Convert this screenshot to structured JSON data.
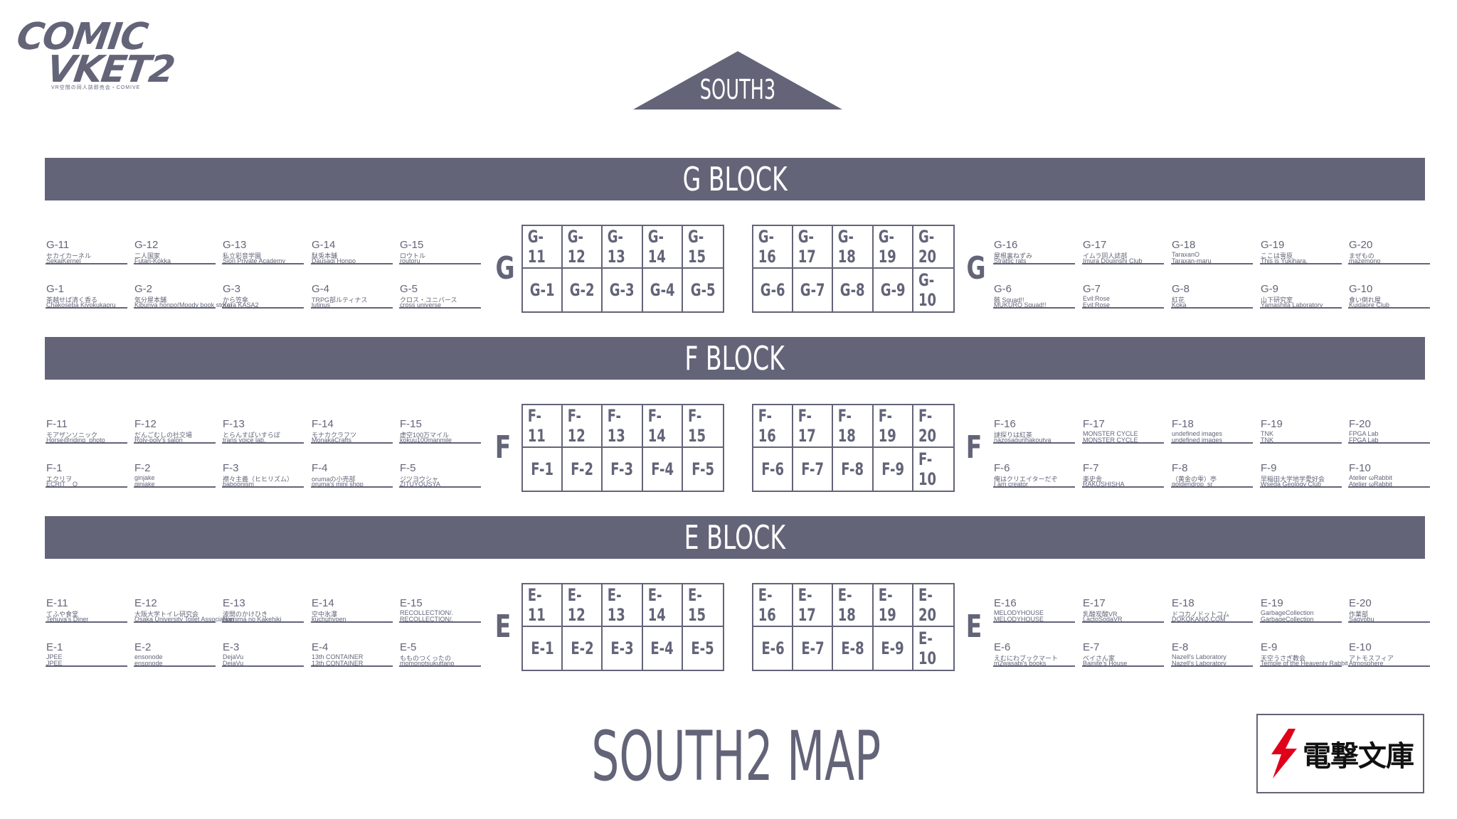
{
  "logo": {
    "line1": "COMIC",
    "line2": "VKET2",
    "tagline": "VR空間の同人誌即売会・COMIVE"
  },
  "entrance": {
    "label": "SOUTH3"
  },
  "title": "SOUTH2 MAP",
  "sponsor": {
    "label": "電撃文庫",
    "accent": "#e0001a"
  },
  "colors": {
    "primary": "#636478"
  },
  "blocks": [
    {
      "letter": "G",
      "label": "G BLOCK",
      "grid_left": [
        [
          "G-11",
          "G-12",
          "G-13",
          "G-14",
          "G-15"
        ],
        [
          "G-1",
          "G-2",
          "G-3",
          "G-4",
          "G-5"
        ]
      ],
      "grid_right": [
        [
          "G-16",
          "G-17",
          "G-18",
          "G-19",
          "G-20"
        ],
        [
          "G-6",
          "G-7",
          "G-8",
          "G-9",
          "G-10"
        ]
      ],
      "left_top": [
        {
          "code": "G-11",
          "jp": "セカイカーネル",
          "en": "SekaiKernel"
        },
        {
          "code": "G-12",
          "jp": "二人国家",
          "en": "Futari-Kokka"
        },
        {
          "code": "G-13",
          "jp": "私立彩音学園",
          "en": "Sion Private Academy"
        },
        {
          "code": "G-14",
          "jp": "駄兎本舗",
          "en": "Dausagi Honpo"
        },
        {
          "code": "G-15",
          "jp": "ロウトル",
          "en": "routoru"
        }
      ],
      "left_bottom": [
        {
          "code": "G-1",
          "jp": "茶越せば清く香る",
          "en": "Chakoseba Kiyokukaoru"
        },
        {
          "code": "G-2",
          "jp": "気分屋本舗",
          "en": "Kibunya honpo(Moody book store)"
        },
        {
          "code": "G-3",
          "jp": "から笠傘",
          "en": "Kara KASA2"
        },
        {
          "code": "G-4",
          "jp": "TRPG部ルティナス",
          "en": "lutinus"
        },
        {
          "code": "G-5",
          "jp": "クロス・ユニバース",
          "en": "cross universe"
        }
      ],
      "right_top": [
        {
          "code": "G-16",
          "jp": "屋根裏ねずみ",
          "en": "Strattic rats"
        },
        {
          "code": "G-17",
          "jp": "イムラ同人誌部",
          "en": "Imura Doujinshi Club"
        },
        {
          "code": "G-18",
          "jp": "TaraxanO",
          "en": "Taraxan-maru"
        },
        {
          "code": "G-19",
          "jp": "ここは雪原",
          "en": "This is Yukihara."
        },
        {
          "code": "G-20",
          "jp": "まぜもの",
          "en": "mazemono"
        }
      ],
      "right_bottom": [
        {
          "code": "G-6",
          "jp": "骸 Squad!!",
          "en": "MUKURO Squad!!"
        },
        {
          "code": "G-7",
          "jp": "Evil:Rose",
          "en": "Evil:Rose"
        },
        {
          "code": "G-8",
          "jp": "紅花",
          "en": "Koka"
        },
        {
          "code": "G-9",
          "jp": "山下研究室",
          "en": "Yamashita Laboratory"
        },
        {
          "code": "G-10",
          "jp": "食い倒れ屋",
          "en": "Kuidaore Club"
        }
      ]
    },
    {
      "letter": "F",
      "label": "F BLOCK",
      "grid_left": [
        [
          "F-11",
          "F-12",
          "F-13",
          "F-14",
          "F-15"
        ],
        [
          "F-1",
          "F-2",
          "F-3",
          "F-4",
          "F-5"
        ]
      ],
      "grid_right": [
        [
          "F-16",
          "F-17",
          "F-18",
          "F-19",
          "F-20"
        ],
        [
          "F-6",
          "F-7",
          "F-8",
          "F-9",
          "F-10"
        ]
      ],
      "left_top": [
        {
          "code": "F-11",
          "jp": "モアザンソニック",
          "en": "Horse@riding_photo"
        },
        {
          "code": "F-12",
          "jp": "だんごむしの社交場",
          "en": "Roly-poly's salon"
        },
        {
          "code": "F-13",
          "jp": "とらんすぽいすらぼ",
          "en": "trans voice lab."
        },
        {
          "code": "F-14",
          "jp": "モナカクラフツ",
          "en": "MonakaCrafts"
        },
        {
          "code": "F-15",
          "jp": "虚空100万マイル",
          "en": "kokuu100manmile"
        }
      ],
      "left_bottom": [
        {
          "code": "F-1",
          "jp": "エクリヲ",
          "en": "ECRIT__O"
        },
        {
          "code": "F-2",
          "jp": "ginjake",
          "en": "ginjake"
        },
        {
          "code": "F-3",
          "jp": "襟々主義（ヒヒリズム）",
          "en": "baboonism"
        },
        {
          "code": "F-4",
          "jp": "orumaの小売部",
          "en": "oruma's mini shop"
        },
        {
          "code": "F-5",
          "jp": "ジツヨウシャ",
          "en": "ZITUYOUSYA"
        }
      ],
      "right_top": [
        {
          "code": "F-16",
          "jp": "謎探りは紅茶",
          "en": "nazosagurihakoutya"
        },
        {
          "code": "F-17",
          "jp": "MONSTER CYCLE",
          "en": "MONSTER CYCLE"
        },
        {
          "code": "F-18",
          "jp": "undefined images",
          "en": "undefined images"
        },
        {
          "code": "F-19",
          "jp": "TNK",
          "en": "TNK"
        },
        {
          "code": "F-20",
          "jp": "FPGA Lab",
          "en": "FPGA Lab"
        }
      ],
      "right_bottom": [
        {
          "code": "F-6",
          "jp": "俺はクリエイターだぞ",
          "en": "I am creator"
        },
        {
          "code": "F-7",
          "jp": "楽史舎",
          "en": "RAKUSHISHA"
        },
        {
          "code": "F-8",
          "jp": "（黄金の雫）亭",
          "en": "goldendrop_sr"
        },
        {
          "code": "F-9",
          "jp": "早稲田大学地学愛好会",
          "en": "Wseda Geology Club"
        },
        {
          "code": "F-10",
          "jp": "Atelier ωRabbit",
          "en": "Atelier ωRabbit"
        }
      ]
    },
    {
      "letter": "E",
      "label": "E BLOCK",
      "grid_left": [
        [
          "E-11",
          "E-12",
          "E-13",
          "E-14",
          "E-15"
        ],
        [
          "E-1",
          "E-2",
          "E-3",
          "E-4",
          "E-5"
        ]
      ],
      "grid_right": [
        [
          "E-16",
          "E-17",
          "E-18",
          "E-19",
          "E-20"
        ],
        [
          "E-6",
          "E-7",
          "E-8",
          "E-9",
          "E-10"
        ]
      ],
      "left_top": [
        {
          "code": "E-11",
          "jp": "てふや食堂",
          "en": "Tehuya's Diner"
        },
        {
          "code": "E-12",
          "jp": "大阪大学トイレ研究会",
          "en": "Osaka University Toilet Association"
        },
        {
          "code": "E-13",
          "jp": "波間のかけひき",
          "en": "Namima no Kakehiki"
        },
        {
          "code": "E-14",
          "jp": "空中氷瀑",
          "en": "kuchuhyoen"
        },
        {
          "code": "E-15",
          "jp": "RECOLLECTION/.",
          "en": "RECOLLECTION/."
        }
      ],
      "left_bottom": [
        {
          "code": "E-1",
          "jp": "JPEE",
          "en": "JPEE"
        },
        {
          "code": "E-2",
          "jp": "ensonode",
          "en": "ensonode"
        },
        {
          "code": "E-3",
          "jp": "DejaVu",
          "en": "DejaVu"
        },
        {
          "code": "E-4",
          "jp": "13th CONTAINER",
          "en": "13th CONTAINER"
        },
        {
          "code": "E-5",
          "jp": "もものつくったの",
          "en": "momonotsukuttano"
        }
      ],
      "right_top": [
        {
          "code": "E-16",
          "jp": "MELODYHOUSE",
          "en": "MELODYHOUSE"
        },
        {
          "code": "E-17",
          "jp": "乳酸炭酸VR",
          "en": "LactoSodaVR"
        },
        {
          "code": "E-18",
          "jp": "ドコカノドットコム",
          "en": "DOKOKANO.COM"
        },
        {
          "code": "E-19",
          "jp": "GarbageCollection",
          "en": "GarbageCollection"
        },
        {
          "code": "E-20",
          "jp": "作業部",
          "en": "Sagyōbu"
        }
      ],
      "right_bottom": [
        {
          "code": "E-6",
          "jp": "えむにわブックマート",
          "en": "m2wasabi's books"
        },
        {
          "code": "E-7",
          "jp": "べイさん家",
          "en": "Bainite's House"
        },
        {
          "code": "E-8",
          "jp": "Nazell's Laboratory",
          "en": "Nazell's Laboratory"
        },
        {
          "code": "E-9",
          "jp": "天空うさぎ教会",
          "en": "Temple of the Heavenly Rabbit"
        },
        {
          "code": "E-10",
          "jp": "アトモスフィア",
          "en": "Atmosphere"
        }
      ]
    }
  ]
}
